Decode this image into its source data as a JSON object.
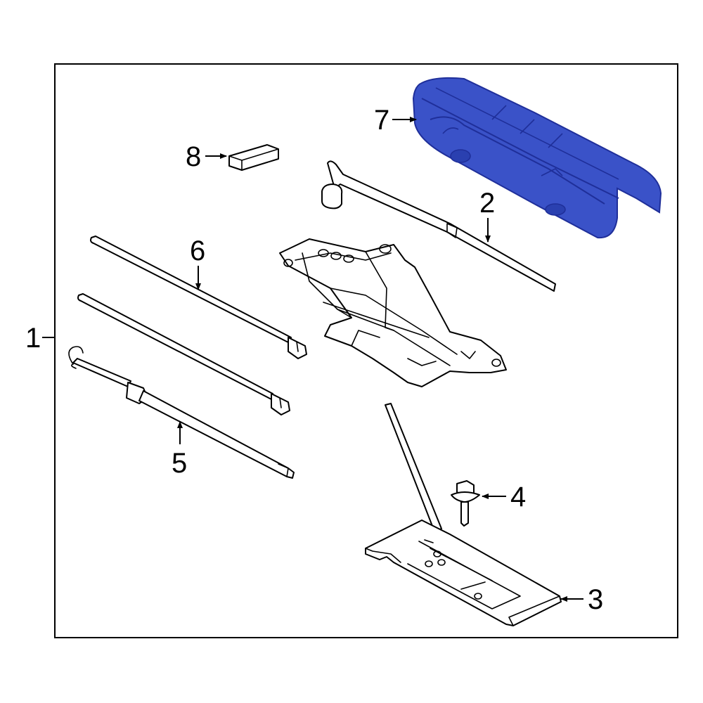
{
  "callouts": {
    "c1": "1",
    "c2": "2",
    "c3": "3",
    "c4": "4",
    "c5": "5",
    "c6": "6",
    "c7": "7",
    "c8": "8"
  },
  "colors": {
    "frame": "#000000",
    "highlight": "#3a52c8",
    "highlight_dark": "#1f2f9a",
    "line": "#000000",
    "background": "#ffffff"
  }
}
